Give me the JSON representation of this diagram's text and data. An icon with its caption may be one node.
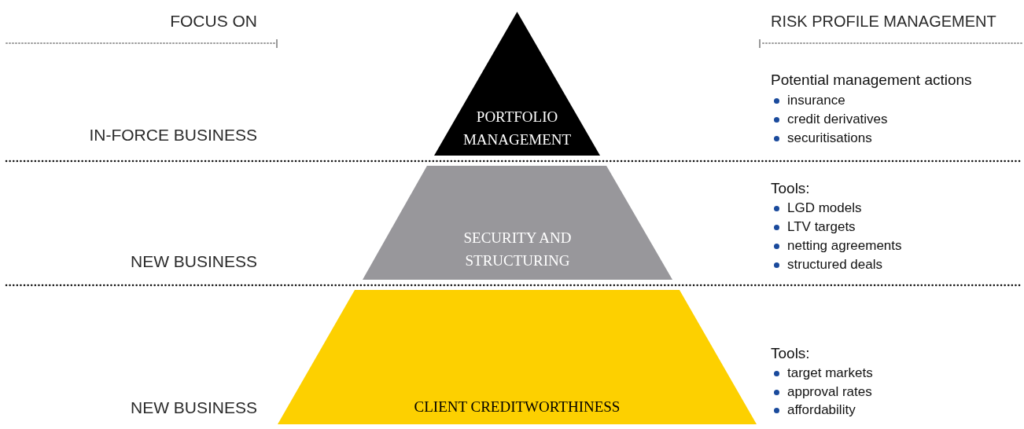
{
  "diagram": {
    "nodes": [
      {
        "text": [
          "PORTFOLIO MANAGEMENT"
        ]
      },
      {
        "text": [
          "SECURITY AND STRUCTURING"
        ]
      },
      {
        "text": [
          "CLIENT CREDITWORTHINESS"
        ]
      }
    ],
    "labels": [
      "FOCUS ON",
      "RISK PROFILE MANAGEMENT",
      "Potential management actions",
      "insurance",
      "credit derivatives",
      "securitisations",
      "IN-FORCE BUSINESS",
      "Tools:",
      "LGD models",
      "LTV targets",
      "netting agreements",
      "structured deals",
      "NEW BUSINESS",
      "Tools:",
      "target markets",
      "approval rates",
      "affordability",
      "NEW BUSINESS"
    ]
  }
}
